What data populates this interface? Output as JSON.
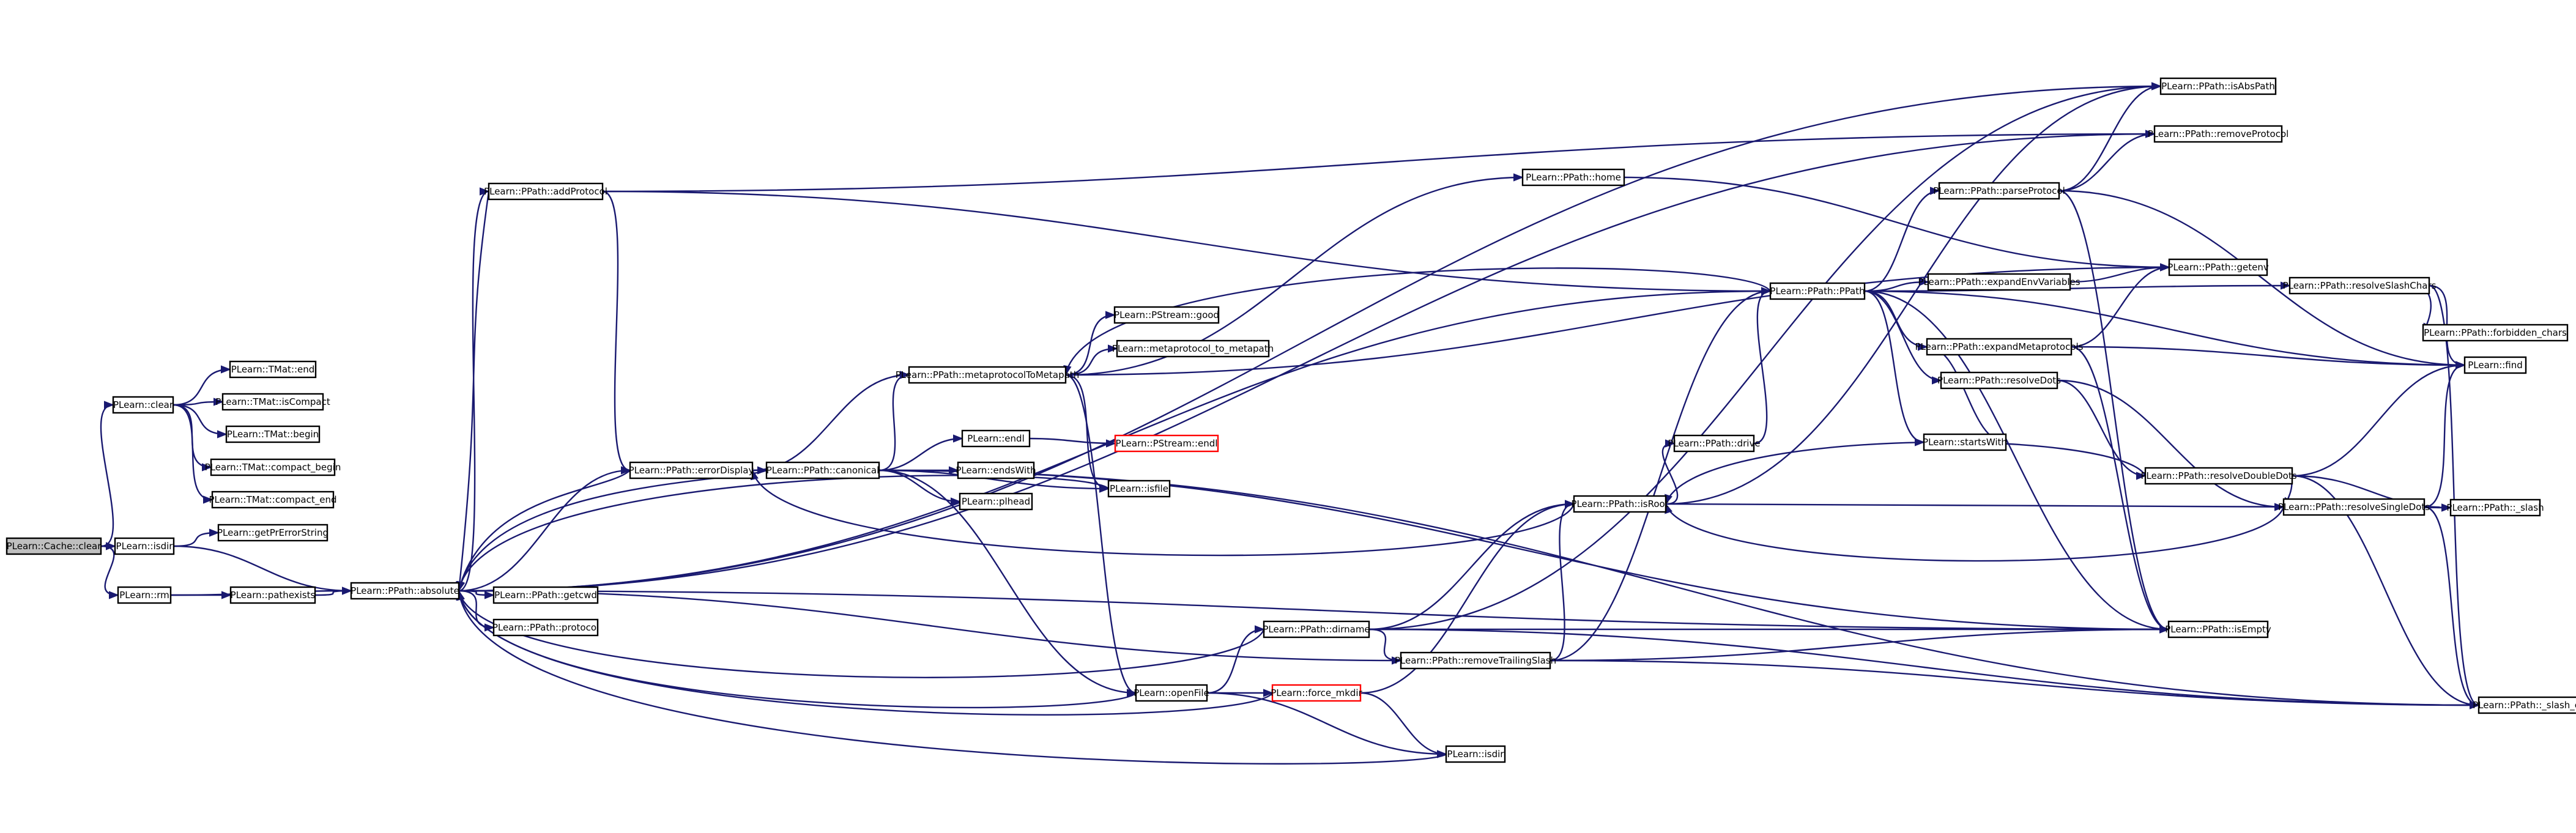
{
  "graph": {
    "edge_color": "#191970",
    "root_fill": "#bfbfbf",
    "red_outline": "#ff0000",
    "nodes": [
      {
        "id": "cache_clear",
        "label": "PLearn::Cache::clear",
        "style": "root"
      },
      {
        "id": "clear",
        "label": "PLearn::clear"
      },
      {
        "id": "tmat_end",
        "label": "PLearn::TMat::end"
      },
      {
        "id": "tmat_iscompact",
        "label": "PLearn::TMat::isCompact"
      },
      {
        "id": "tmat_begin",
        "label": "PLearn::TMat::begin"
      },
      {
        "id": "tmat_compact_begin",
        "label": "PLearn::TMat::compact_begin"
      },
      {
        "id": "tmat_compact_end",
        "label": "PLearn::TMat::compact_end"
      },
      {
        "id": "isdir",
        "label": "PLearn::isdir"
      },
      {
        "id": "getprerrorstring",
        "label": "PLearn::getPrErrorString"
      },
      {
        "id": "rm",
        "label": "PLearn::rm"
      },
      {
        "id": "pathexists",
        "label": "PLearn::pathexists"
      },
      {
        "id": "absolute",
        "label": "PLearn::PPath::absolute"
      },
      {
        "id": "getcwd",
        "label": "PLearn::PPath::getcwd"
      },
      {
        "id": "protocol",
        "label": "PLearn::PPath::protocol"
      },
      {
        "id": "addprotocol",
        "label": "PLearn::PPath::addProtocol"
      },
      {
        "id": "errordisplay",
        "label": "PLearn::PPath::errorDisplay"
      },
      {
        "id": "canonical",
        "label": "PLearn::PPath::canonical"
      },
      {
        "id": "metaprotocoltometapath",
        "label": "PLearn::PPath::metaprotocolToMetapath"
      },
      {
        "id": "pstream_good",
        "label": "PLearn::PStream::good"
      },
      {
        "id": "metaprotocol_to_metapath",
        "label": "PLearn::metaprotocol_to_metapath"
      },
      {
        "id": "endl",
        "label": "PLearn::endl"
      },
      {
        "id": "pstream_endl",
        "label": "PLearn::PStream::endl",
        "style": "red"
      },
      {
        "id": "endswith",
        "label": "PLearn::endsWith"
      },
      {
        "id": "pihead",
        "label": "PLearn::plhead"
      },
      {
        "id": "isfile",
        "label": "PLearn::isfile"
      },
      {
        "id": "home",
        "label": "PLearn::PPath::home"
      },
      {
        "id": "openfile",
        "label": "PLearn::openFile"
      },
      {
        "id": "dirname",
        "label": "PLearn::PPath::dirname"
      },
      {
        "id": "removetrailingslash",
        "label": "PLearn::PPath::removeTrailingSlash"
      },
      {
        "id": "force_mkdir",
        "label": "PLearn::force_mkdir",
        "style": "red"
      },
      {
        "id": "isdir2",
        "label": "PLearn::isdir"
      },
      {
        "id": "ppath",
        "label": "PLearn::PPath::PPath"
      },
      {
        "id": "drive",
        "label": "PLearn::PPath::drive"
      },
      {
        "id": "isroot",
        "label": "PLearn::PPath::isRoot"
      },
      {
        "id": "startswith",
        "label": "PLearn::startsWith"
      },
      {
        "id": "parseprotocol",
        "label": "PLearn::PPath::parseProtocol"
      },
      {
        "id": "expandenvvariables",
        "label": "PLearn::PPath::expandEnvVariables"
      },
      {
        "id": "expandmetaprotocols",
        "label": "PLearn::PPath::expandMetaprotocols"
      },
      {
        "id": "resolvedots",
        "label": "PLearn::PPath::resolveDots"
      },
      {
        "id": "resolvedoubledots",
        "label": "PLearn::PPath::resolveDoubleDots"
      },
      {
        "id": "resolvesingledots",
        "label": "PLearn::PPath::resolveSingleDots"
      },
      {
        "id": "isabspath",
        "label": "PLearn::PPath::isAbsPath"
      },
      {
        "id": "removeprotocol",
        "label": "PLearn::PPath::removeProtocol"
      },
      {
        "id": "getenv",
        "label": "PLearn::PPath::getenv"
      },
      {
        "id": "isempty",
        "label": "PLearn::PPath::isEmpty"
      },
      {
        "id": "resolveslashchars",
        "label": "PLearn::PPath::resolveSlashChars"
      },
      {
        "id": "forbidden_chars",
        "label": "PLearn::PPath::forbidden_chars"
      },
      {
        "id": "find",
        "label": "PLearn::find"
      },
      {
        "id": "slash",
        "label": "PLearn::PPath::_slash"
      },
      {
        "id": "slash_char",
        "label": "PLearn::PPath::_slash_char"
      }
    ],
    "edges": [
      [
        "cache_clear",
        "clear"
      ],
      [
        "cache_clear",
        "isdir"
      ],
      [
        "cache_clear",
        "rm"
      ],
      [
        "clear",
        "tmat_end"
      ],
      [
        "clear",
        "tmat_iscompact"
      ],
      [
        "clear",
        "tmat_begin"
      ],
      [
        "clear",
        "tmat_compact_begin"
      ],
      [
        "clear",
        "tmat_compact_end"
      ],
      [
        "isdir",
        "getprerrorstring"
      ],
      [
        "isdir",
        "absolute"
      ],
      [
        "rm",
        "pathexists"
      ],
      [
        "rm",
        "absolute"
      ],
      [
        "pathexists",
        "absolute"
      ],
      [
        "absolute",
        "getcwd"
      ],
      [
        "absolute",
        "protocol"
      ],
      [
        "absolute",
        "addprotocol"
      ],
      [
        "absolute",
        "isabspath"
      ],
      [
        "absolute",
        "removeprotocol"
      ],
      [
        "absolute",
        "ppath"
      ],
      [
        "absolute",
        "isempty"
      ],
      [
        "absolute",
        "removetrailingslash"
      ],
      [
        "absolute",
        "errordisplay"
      ],
      [
        "addprotocol",
        "removeprotocol"
      ],
      [
        "addprotocol",
        "ppath"
      ],
      [
        "addprotocol",
        "errordisplay"
      ],
      [
        "addprotocol",
        "absolute"
      ],
      [
        "errordisplay",
        "canonical"
      ],
      [
        "errordisplay",
        "metaprotocoltometapath"
      ],
      [
        "errordisplay",
        "absolute"
      ],
      [
        "canonical",
        "metaprotocoltometapath"
      ],
      [
        "canonical",
        "endl"
      ],
      [
        "canonical",
        "endswith"
      ],
      [
        "canonical",
        "pihead"
      ],
      [
        "canonical",
        "isfile"
      ],
      [
        "canonical",
        "isempty"
      ],
      [
        "canonical",
        "slash_char"
      ],
      [
        "canonical",
        "openfile"
      ],
      [
        "canonical",
        "absolute"
      ],
      [
        "metaprotocoltometapath",
        "home"
      ],
      [
        "metaprotocoltometapath",
        "getenv"
      ],
      [
        "metaprotocoltometapath",
        "pstream_good"
      ],
      [
        "metaprotocoltometapath",
        "metaprotocol_to_metapath"
      ],
      [
        "metaprotocoltometapath",
        "isfile"
      ],
      [
        "metaprotocoltometapath",
        "openfile"
      ],
      [
        "endl",
        "pstream_endl"
      ],
      [
        "isfile",
        "absolute"
      ],
      [
        "home",
        "getenv"
      ],
      [
        "openfile",
        "dirname"
      ],
      [
        "openfile",
        "force_mkdir"
      ],
      [
        "openfile",
        "isdir2"
      ],
      [
        "openfile",
        "absolute"
      ],
      [
        "dirname",
        "isroot"
      ],
      [
        "dirname",
        "isabspath"
      ],
      [
        "dirname",
        "isempty"
      ],
      [
        "dirname",
        "removetrailingslash"
      ],
      [
        "dirname",
        "slash_char"
      ],
      [
        "dirname",
        "absolute"
      ],
      [
        "removetrailingslash",
        "isroot"
      ],
      [
        "removetrailingslash",
        "ppath"
      ],
      [
        "removetrailingslash",
        "isempty"
      ],
      [
        "removetrailingslash",
        "slash_char"
      ],
      [
        "force_mkdir",
        "isroot"
      ],
      [
        "force_mkdir",
        "isdir2"
      ],
      [
        "force_mkdir",
        "absolute"
      ],
      [
        "isdir2",
        "absolute"
      ],
      [
        "isroot",
        "drive"
      ],
      [
        "isroot",
        "isabspath"
      ],
      [
        "isroot",
        "slash"
      ],
      [
        "isroot",
        "errordisplay"
      ],
      [
        "drive",
        "ppath"
      ],
      [
        "ppath",
        "startswith"
      ],
      [
        "ppath",
        "parseprotocol"
      ],
      [
        "ppath",
        "expandenvvariables"
      ],
      [
        "ppath",
        "expandmetaprotocols"
      ],
      [
        "ppath",
        "resolvedots"
      ],
      [
        "ppath",
        "resolveslashchars"
      ],
      [
        "ppath",
        "find"
      ],
      [
        "ppath",
        "isempty"
      ],
      [
        "ppath",
        "metaprotocoltometapath"
      ],
      [
        "parseprotocol",
        "isabspath"
      ],
      [
        "parseprotocol",
        "removeprotocol"
      ],
      [
        "parseprotocol",
        "find"
      ],
      [
        "parseprotocol",
        "isempty"
      ],
      [
        "expandenvvariables",
        "getenv"
      ],
      [
        "expandmetaprotocols",
        "getenv"
      ],
      [
        "expandmetaprotocols",
        "find"
      ],
      [
        "expandmetaprotocols",
        "isempty"
      ],
      [
        "expandmetaprotocols",
        "startswith"
      ],
      [
        "resolvedots",
        "resolvedoubledots"
      ],
      [
        "resolvedots",
        "resolvesingledots"
      ],
      [
        "resolvedoubledots",
        "resolvesingledots"
      ],
      [
        "resolvedoubledots",
        "find"
      ],
      [
        "resolvedoubledots",
        "slash"
      ],
      [
        "resolvedoubledots",
        "slash_char"
      ],
      [
        "resolvedoubledots",
        "isroot"
      ],
      [
        "resolvesingledots",
        "find"
      ],
      [
        "resolvesingledots",
        "slash"
      ],
      [
        "resolvesingledots",
        "slash_char"
      ],
      [
        "resolvesingledots",
        "isroot"
      ],
      [
        "resolveslashchars",
        "forbidden_chars"
      ],
      [
        "resolveslashchars",
        "find"
      ],
      [
        "resolveslashchars",
        "slash_char"
      ]
    ]
  }
}
